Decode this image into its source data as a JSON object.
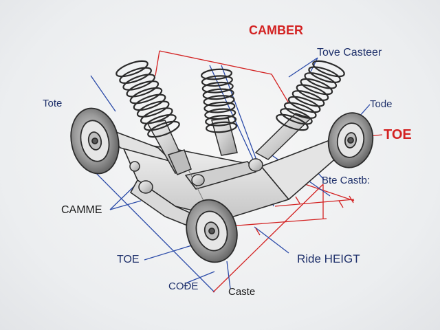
{
  "labels": {
    "camber_top": "CAMBER",
    "tove_casteer": "Tove Casteer",
    "tote_left": "Tote",
    "tode_right": "Tode",
    "toe_right": "TOE",
    "bte_castb": "Bte Castb:",
    "camme": "CAMME",
    "toe_bottom": "TOE",
    "ride_height": "Ride HEIGT",
    "code": "COĐE",
    "caste": "Caste"
  },
  "colors": {
    "navy": "#1d2f6a",
    "red": "#d32222",
    "line_blue": "#2a4aa8",
    "line_red": "#d32222",
    "ink": "#2b2b2b",
    "metal_light": "#dcdcdc",
    "metal_mid": "#b8b8b8",
    "tire_dark": "#6c6c6c"
  }
}
